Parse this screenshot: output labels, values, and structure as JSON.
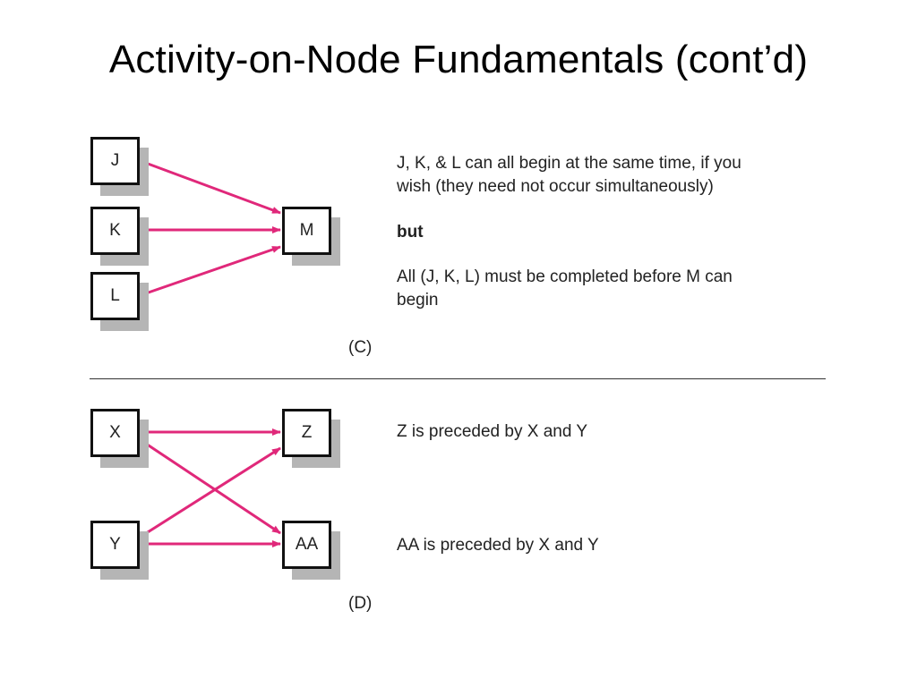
{
  "title": "Activity-on-Node Fundamentals (cont’d)",
  "colors": {
    "arrow": "#e0287a",
    "node_border": "#111111",
    "node_shadow": "#b5b5b5"
  },
  "diagram_c": {
    "nodes": {
      "j": "J",
      "k": "K",
      "l": "L",
      "m": "M"
    },
    "text_line1": "J, K, & L can all begin at the same time, if you",
    "text_line2": "wish (they need not occur simultaneously)",
    "text_but": "but",
    "text_line3": "All (J, K, L) must be completed before M can",
    "text_line4": "begin",
    "caption": "(C)"
  },
  "diagram_d": {
    "nodes": {
      "x": "X",
      "y": "Y",
      "z": "Z",
      "aa": "AA"
    },
    "text_z": "Z is preceded by X and Y",
    "text_aa": "AA is preceded by X and Y",
    "caption": "(D)"
  }
}
